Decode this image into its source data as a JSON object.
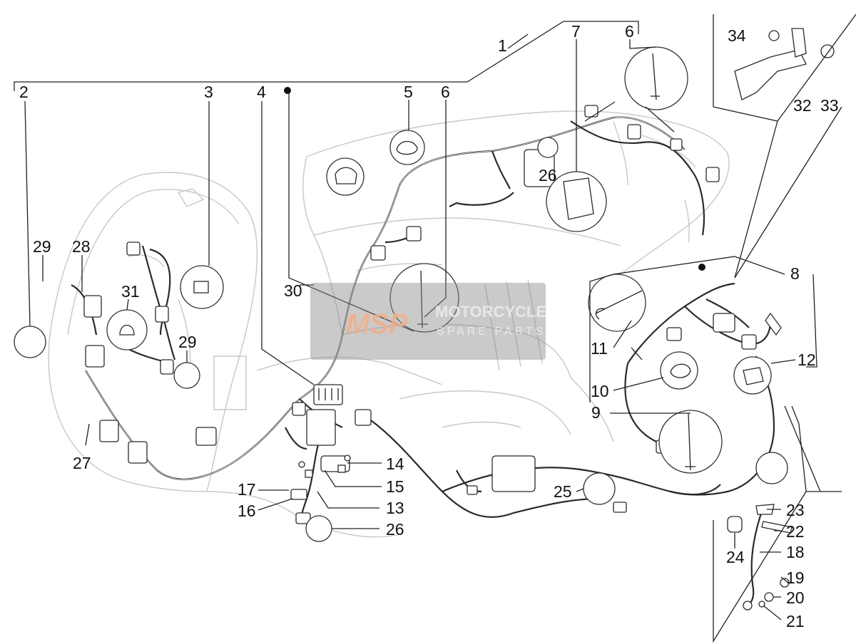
{
  "watermark": {
    "logo": "MSP",
    "line1": "MOTORCYCLE",
    "line2": "SPARE PARTS"
  },
  "callouts": {
    "c1": "1",
    "c2": "2",
    "c3": "3",
    "c4": "4",
    "c5": "5",
    "c6a": "6",
    "c6b": "6",
    "c7": "7",
    "c8": "8",
    "c9": "9",
    "c10": "10",
    "c11": "11",
    "c12": "12",
    "c13": "13",
    "c14": "14",
    "c15": "15",
    "c16": "16",
    "c17": "17",
    "c18": "18",
    "c19": "19",
    "c20": "20",
    "c21": "21",
    "c22": "22",
    "c23": "23",
    "c24": "24",
    "c25": "25",
    "c26a": "26",
    "c26b": "26",
    "c27": "27",
    "c28": "28",
    "c29a": "29",
    "c29b": "29",
    "c30": "30",
    "c31": "31",
    "c32": "32",
    "c33": "33",
    "c34": "34"
  },
  "icons": {
    "bullet_a": "dot-marker-icon",
    "bullet_b": "dot-marker-icon"
  }
}
